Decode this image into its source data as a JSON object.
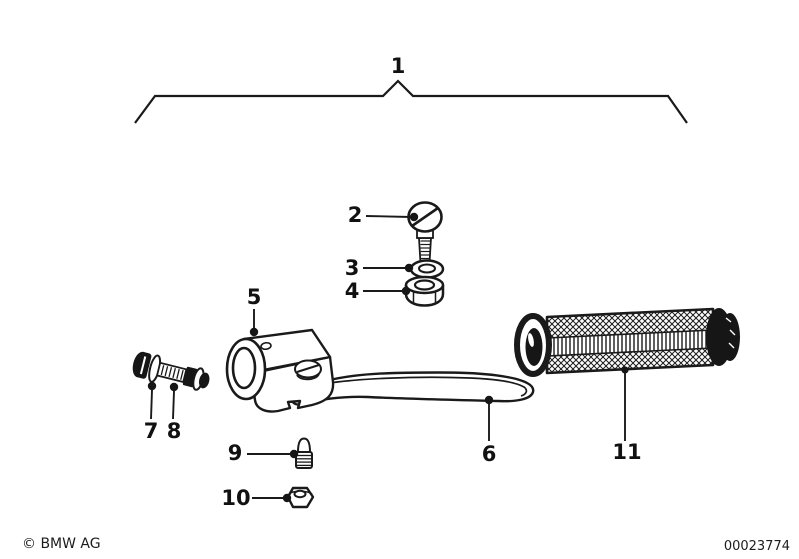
{
  "diagram": {
    "callouts": [
      {
        "id": "callout-1",
        "label": "1"
      },
      {
        "id": "callout-2",
        "label": "2"
      },
      {
        "id": "callout-3",
        "label": "3"
      },
      {
        "id": "callout-4",
        "label": "4"
      },
      {
        "id": "callout-5",
        "label": "5"
      },
      {
        "id": "callout-6",
        "label": "6"
      },
      {
        "id": "callout-7",
        "label": "7"
      },
      {
        "id": "callout-8",
        "label": "8"
      },
      {
        "id": "callout-9",
        "label": "9"
      },
      {
        "id": "callout-10",
        "label": "10"
      },
      {
        "id": "callout-11",
        "label": "11"
      }
    ]
  },
  "footer": {
    "copyright": "© BMW AG",
    "document_number": "00023774"
  },
  "colors": {
    "line": "#1a1a1a",
    "background": "#ffffff"
  }
}
